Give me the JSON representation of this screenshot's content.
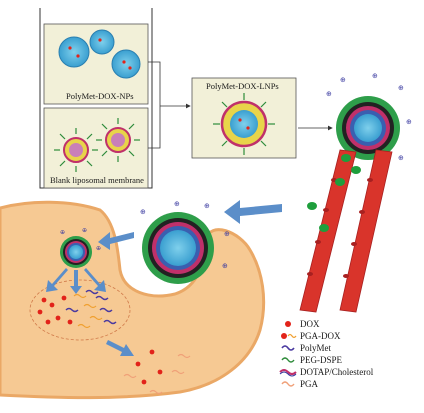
{
  "diagram": {
    "box_nps_label": "PolyMet-DOX-NPs",
    "box_blank_label": "Blank liposomal membrane",
    "box_lnps_label": "PolyMet-DOX-LNPs"
  },
  "legend": {
    "items": [
      {
        "key": "dox",
        "label": "DOX",
        "color": "#e2231a"
      },
      {
        "key": "pga-dox",
        "label": "PGA-DOX",
        "color": "#f0a030"
      },
      {
        "key": "polymet",
        "label": "PolyMet",
        "color": "#4a3aa0"
      },
      {
        "key": "peg-dspe",
        "label": "PEG-DSPE",
        "color": "#2e8b3a"
      },
      {
        "key": "dotap",
        "label": "DOTAP/Cholesterol",
        "color": "#c0306a"
      },
      {
        "key": "pga",
        "label": "PGA",
        "color": "#f0a078"
      }
    ]
  },
  "colors": {
    "cell": "#f5c98e",
    "cell_border": "#e9a760",
    "box_fill": "#f2f0d8",
    "arrow": "#5b8ec9",
    "vessel": "#d9342b",
    "green_particle": "#1e9e3c"
  }
}
